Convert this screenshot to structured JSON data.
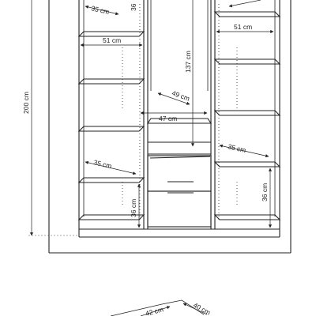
{
  "dimensions": {
    "total_height": "200 cm",
    "top_left_depth": "35 cm",
    "top_left_height": "36",
    "left_width": "51 cm",
    "right_width": "51 cm",
    "center_height": "137 cm",
    "center_depth": "49 cm",
    "center_width": "47 cm",
    "left_lower_depth": "35 cm",
    "right_lower_depth": "35 cm",
    "left_bottom_height": "36 cm",
    "right_bottom_height": "36 cm",
    "plan_depth_left": "42 cm",
    "plan_depth_right": "40 cm"
  }
}
